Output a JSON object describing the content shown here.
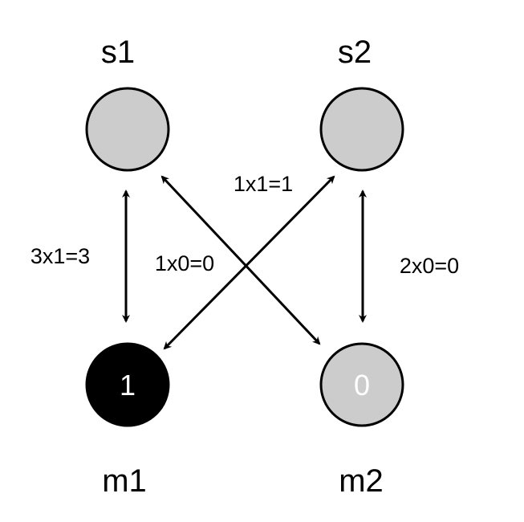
{
  "nodes": {
    "s1": {
      "label": "s1",
      "value": null,
      "fill": "#cccccc"
    },
    "s2": {
      "label": "s2",
      "value": null,
      "fill": "#cccccc"
    },
    "m1": {
      "label": "m1",
      "value": "1",
      "fill": "#000000"
    },
    "m2": {
      "label": "m2",
      "value": "0",
      "fill": "#cccccc"
    }
  },
  "edges": {
    "s1_m1": "3x1=3",
    "s1_m2": "1x0=0",
    "s2_m1": "1x1=1",
    "s2_m2": "2x0=0"
  }
}
